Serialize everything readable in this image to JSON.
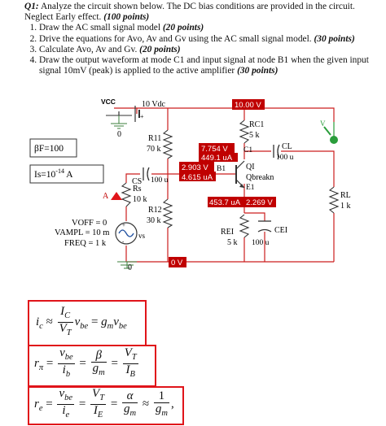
{
  "question": {
    "number": "Q1:",
    "intro": "Analyze the circuit shown below.  The DC bias conditions are provided in the circuit. Neglect Early effect.",
    "intro_points": "(100 points)",
    "items": [
      {
        "text": "Draw the AC small signal model",
        "points": "(20 points)"
      },
      {
        "text": "Drive the equations for Avo, Av and Gv using the AC small signal model.",
        "points": "(30 points)"
      },
      {
        "text": "Calculate Avo, Av and Gv.",
        "points": "(20 points)"
      },
      {
        "text": "Draw the output waveform at mode C1 and input signal at node B1 when the given input signal 10mV (peak) is applied to the active amplifier",
        "points": "(30 points)"
      }
    ]
  },
  "circuit": {
    "vcc_label": "VCC",
    "vcc_value": "10 Vdc",
    "ground_zero_1": "0",
    "ground_zero_2": "0",
    "beta_label": "βF=100",
    "is_label": "Is=10",
    "is_exp": "-14",
    "is_unit": " A",
    "r11_name": "R11",
    "r11_value": "70 k",
    "r12_name": "R12",
    "r12_value": "30 k",
    "rs_name": "Rs",
    "rs_value": "10 k",
    "cs_name": "CS",
    "cs_value": "100 u",
    "rc1_name": "RC1",
    "rc1_value": "5 k",
    "cl_name": "CL",
    "cl_value": "100 u",
    "rl_name": "RL",
    "rl_value": "1 k",
    "re1_name": "REI",
    "re1_value": "5 k",
    "ce1_name": "CEI",
    "ce1_value": "100 u",
    "q1_name": "QI",
    "q1_model": "Qbreakn",
    "node_c1": "C1",
    "node_b1": "B1",
    "node_e1": "E1",
    "node_a": "A",
    "v_top": "10.00 V",
    "v_c": "7.754 V",
    "i_c": "449.1 uA",
    "v_b": "2.903 V",
    "i_b": "4.615 uA",
    "i_e": "453.7 uA",
    "v_e": "2.269 V",
    "v_gnd": "0 V",
    "vsrc_name": "vs",
    "voff": "VOFF = 0",
    "vampl": "VAMPL = 10 m",
    "freq": "FREQ = 1 k",
    "probe_label": "V",
    "colors": {
      "wire": "#cc1f1f",
      "label_box": "#c00000",
      "probe": "#2a9d3b",
      "ground": "#3b7f3b",
      "source": "#1f4f9f"
    }
  },
  "equations": {
    "eq1": {
      "lhs": "i",
      "lhs_sub": "c",
      "approx": "≈",
      "num": "I",
      "num_sub": "C",
      "den": "V",
      "den_sub": "T",
      "term": "v",
      "term_sub": "be",
      "eq": "=",
      "rhs": "g",
      "rhs_sub": "m",
      "rhs2": "v",
      "rhs2_sub": "be"
    },
    "eq2": {
      "lhs": "r",
      "lhs_sub": "π",
      "f1n": "v",
      "f1n_sub": "be",
      "f1d": "i",
      "f1d_sub": "b",
      "f2n": "β",
      "f2d": "g",
      "f2d_sub": "m",
      "f3n": "V",
      "f3n_sub": "T",
      "f3d": "I",
      "f3d_sub": "B"
    },
    "eq3": {
      "lhs": "r",
      "lhs_sub": "e",
      "f1n": "v",
      "f1n_sub": "be",
      "f1d": "i",
      "f1d_sub": "e",
      "f2n": "V",
      "f2n_sub": "T",
      "f2d": "I",
      "f2d_sub": "E",
      "f3n": "α",
      "f3d": "g",
      "f3d_sub": "m",
      "f4n": "1",
      "f4d": "g",
      "f4d_sub": "m",
      "tail": ","
    }
  }
}
